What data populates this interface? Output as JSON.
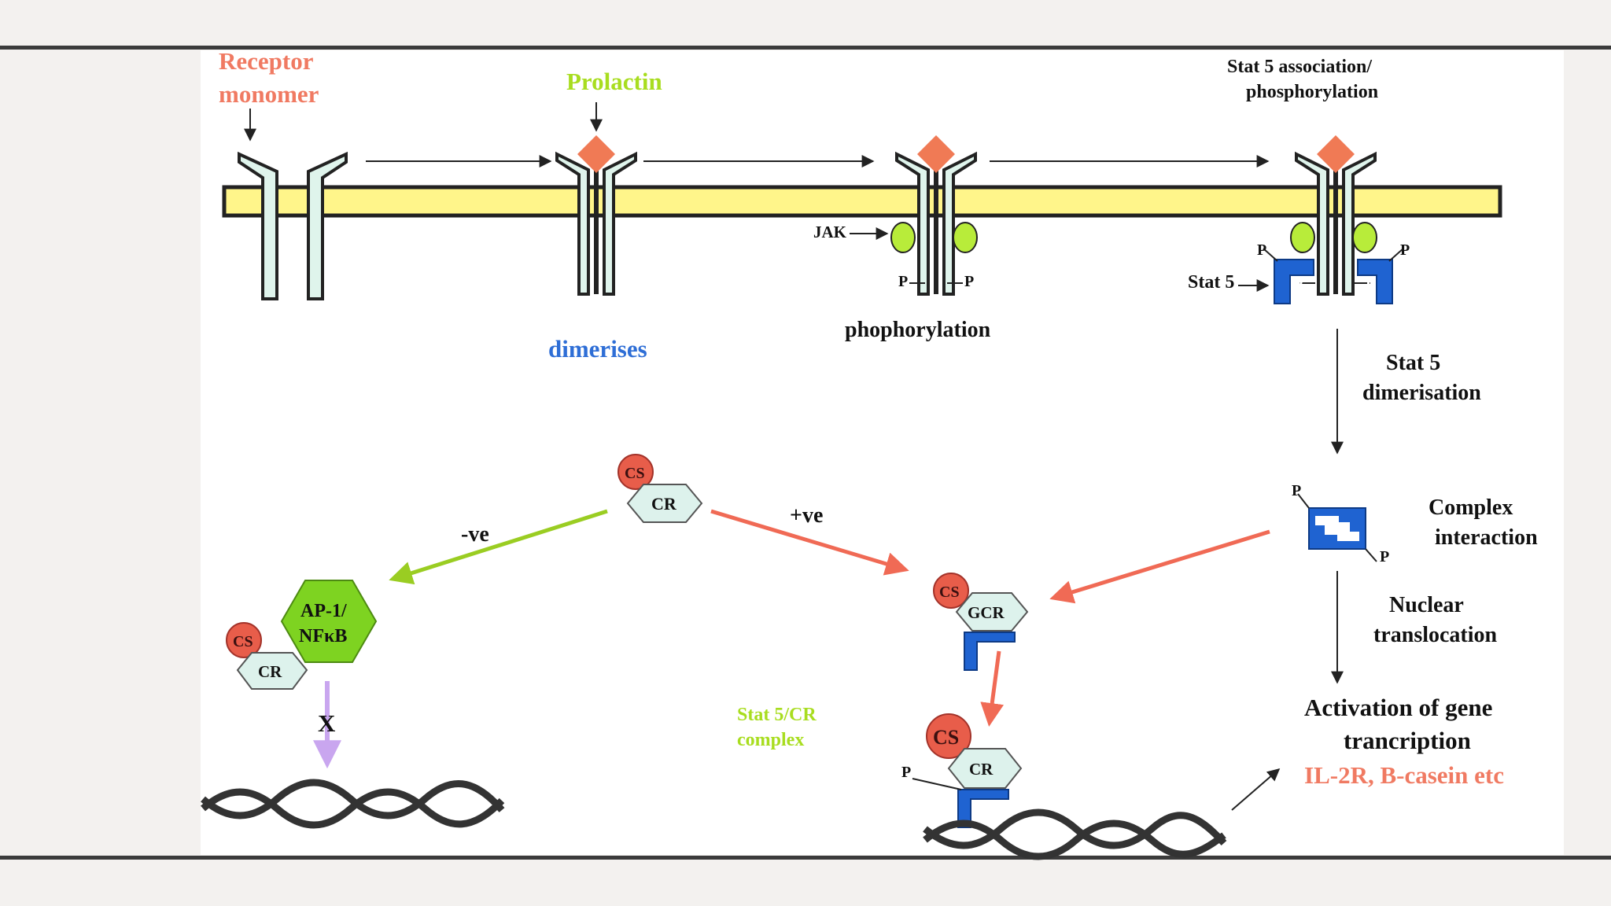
{
  "colors": {
    "membrane": "#fff58a",
    "receptor": "#dff4ec",
    "prolactin": "#f07a55",
    "jak": "#b8ec3a",
    "stat5": "#1f63d1",
    "cs": "#e85d4a",
    "cr": "#ddf2ec",
    "ap1": "#7ed321",
    "red_label": "#f07a62",
    "green_label": "#a8dd1f",
    "blue_label": "#2e6ed6",
    "neg_arrow": "#9acd22",
    "pos_arrow": "#f06a55",
    "blocked_arrow": "#c9a6ef"
  },
  "labels": {
    "receptor_monomer_1": "Receptor",
    "receptor_monomer_2": "monomer",
    "prolactin": "Prolactin",
    "stat5_assoc_1": "Stat 5 association/",
    "stat5_assoc_2": "phosphorylation",
    "jak": "JAK",
    "p": "P",
    "stat5": "Stat 5",
    "dimerises": "dimerises",
    "phosphorylation": "phophorylation",
    "stat5_dimerisation_1": "Stat 5",
    "stat5_dimerisation_2": "dimerisation",
    "complex_interaction_1": "Complex",
    "complex_interaction_2": "interaction",
    "nuclear_translocation_1": "Nuclear",
    "nuclear_translocation_2": "translocation",
    "cs": "CS",
    "cr": "CR",
    "gcr": "GCR",
    "negative": "-ve",
    "positive": "+ve",
    "ap1_1": "AP-1/",
    "ap1_2": "NFκB",
    "blocked": "X",
    "stat5_cr_complex_1": "Stat 5/CR",
    "stat5_cr_complex_2": "complex",
    "activation_1": "Activation of gene",
    "activation_2": "trancription",
    "activation_examples": "IL-2R, B-casein etc"
  }
}
